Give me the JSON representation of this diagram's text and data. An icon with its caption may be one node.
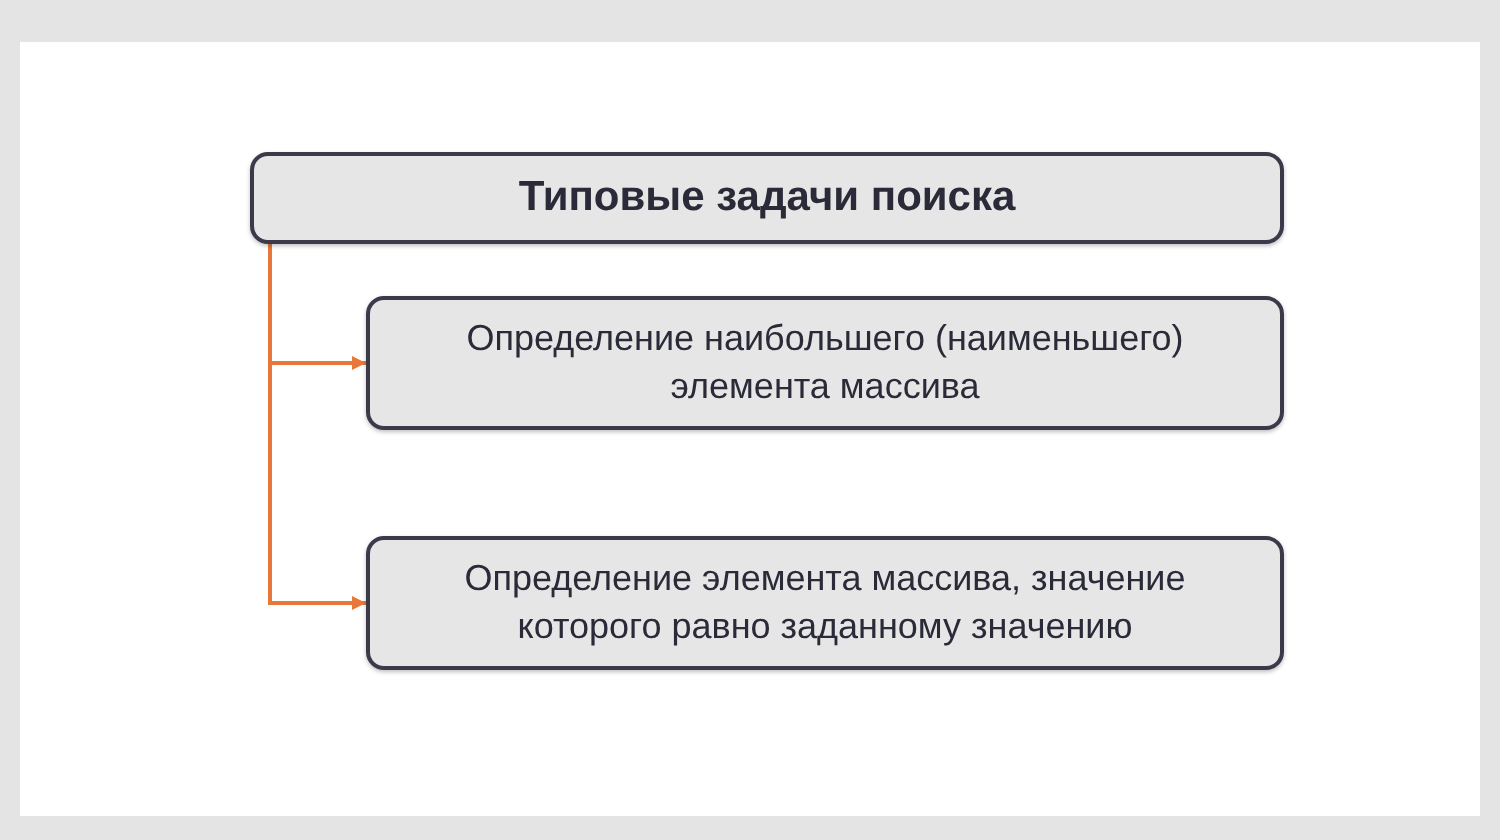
{
  "diagram": {
    "nodes": [
      {
        "text": [
          "Типовые задачи поиска"
        ]
      },
      {
        "text": [
          "Определение наибольшего (наименьшего) элемента массива"
        ]
      },
      {
        "text": [
          "Определение элемента массива, значение которого равно заданному значению"
        ]
      }
    ],
    "edges": [
      {
        "from": 0,
        "to": 1,
        "arrow": "to"
      },
      {
        "from": 0,
        "to": 2,
        "arrow": "to"
      }
    ]
  }
}
